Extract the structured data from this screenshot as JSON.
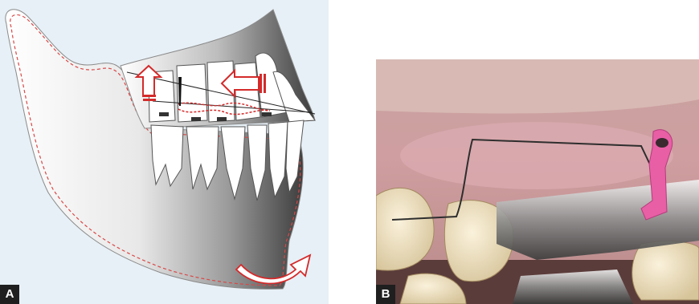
{
  "figure": {
    "panel_a": {
      "label": "A",
      "description_icon": "jaw-diagram"
    },
    "panel_b": {
      "label": "B",
      "description_icon": "intraoral-photo"
    }
  },
  "colors": {
    "arrow_red": "#d42a2a",
    "dashed_outline": "#d94848",
    "panel_a_bg": "#e7f0f6",
    "bone_gray": "#5a5a5a",
    "gingiva": "#c98f93",
    "pink_ligature": "#e85fa6",
    "label_bg": "#1f1f1f"
  }
}
